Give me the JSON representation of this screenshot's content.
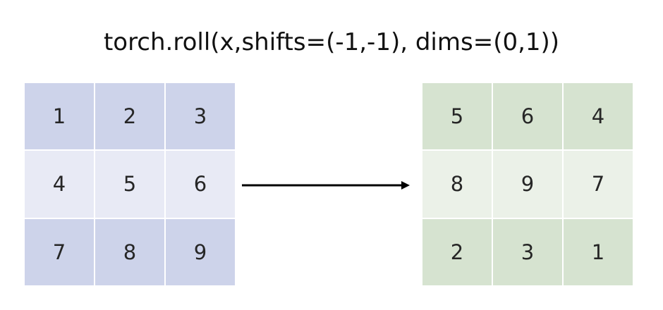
{
  "title": "torch.roll(x,shifts=(-1,-1), dims=(0,1))",
  "input_grid": [
    [
      "1",
      "2",
      "3"
    ],
    [
      "4",
      "5",
      "6"
    ],
    [
      "7",
      "8",
      "9"
    ]
  ],
  "output_grid": [
    [
      "5",
      "6",
      "4"
    ],
    [
      "8",
      "9",
      "7"
    ],
    [
      "2",
      "3",
      "1"
    ]
  ],
  "colors": {
    "input_dark": "#cdd3ea",
    "input_light": "#e8eaf5",
    "output_dark": "#d6e3d0",
    "output_light": "#ebf1e8",
    "arrow": "#000000"
  }
}
